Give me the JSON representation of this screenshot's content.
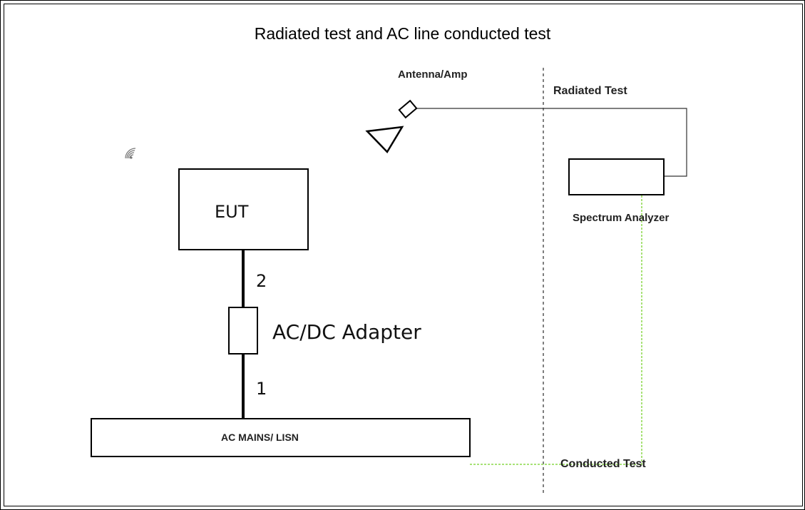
{
  "title": "Radiated test and AC line conducted test",
  "labels": {
    "antenna": "Antenna/Amp",
    "radiated_test": "Radiated Test",
    "spectrum_analyzer": "Spectrum Analyzer",
    "eut": "EUT",
    "cable_2": "2",
    "adapter": "AC/DC Adapter",
    "cable_1": "1",
    "ac_mains": "AC MAINS/ LISN",
    "conducted_test": "Conducted Test"
  },
  "icons": {
    "wireless": "wifi-signal-icon",
    "antenna": "horn-antenna-icon"
  },
  "colors": {
    "conducted_path": "#8cd94a",
    "radiated_path": "#333333",
    "divider": "#555555"
  }
}
